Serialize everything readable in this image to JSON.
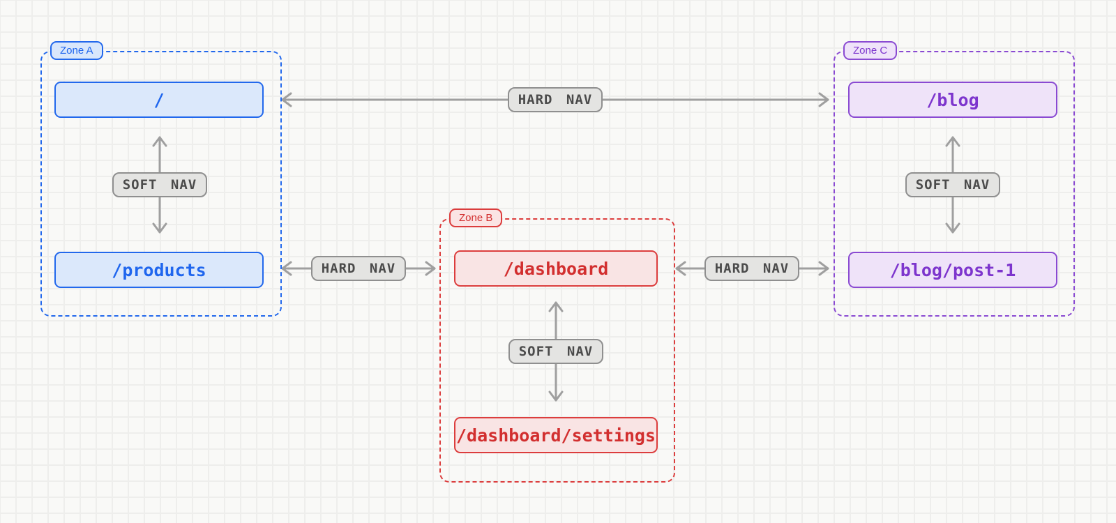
{
  "colors": {
    "canvas_background": "#f9f9f7",
    "grid_line": "#eeeeec",
    "zone_a_accent": "#2268ec",
    "zone_a_fill": "#dbe8fb",
    "zone_b_accent": "#dc3d3d",
    "zone_b_fill": "#f9e4e4",
    "zone_c_accent": "#8a4ad2",
    "zone_c_fill": "#efe3f9",
    "nav_badge_fill": "#e4e4e2",
    "nav_badge_border": "#8f8f8f",
    "nav_badge_text": "#4b4b4b",
    "arrow": "#9f9f9f"
  },
  "diagram": {
    "zones": [
      {
        "label": "Zone A",
        "routes": [
          "/",
          "/products"
        ],
        "soft_nav": "SOFT NAV"
      },
      {
        "label": "Zone B",
        "routes": [
          "/dashboard",
          "/dashboard/settings"
        ],
        "soft_nav": "SOFT NAV"
      },
      {
        "label": "Zone C",
        "routes": [
          "/blog",
          "/blog/post-1"
        ],
        "soft_nav": "SOFT NAV"
      }
    ],
    "hard_nav_badges": [
      {
        "label": "HARD NAV",
        "between": [
          "/",
          "/blog"
        ]
      },
      {
        "label": "HARD NAV",
        "between": [
          "/products",
          "/dashboard"
        ]
      },
      {
        "label": "HARD NAV",
        "between": [
          "/dashboard",
          "/blog/post-1"
        ]
      }
    ],
    "soft_nav_edges": [
      {
        "between": [
          "/",
          "/products"
        ]
      },
      {
        "between": [
          "/dashboard",
          "/dashboard/settings"
        ]
      },
      {
        "between": [
          "/blog",
          "/blog/post-1"
        ]
      }
    ]
  }
}
